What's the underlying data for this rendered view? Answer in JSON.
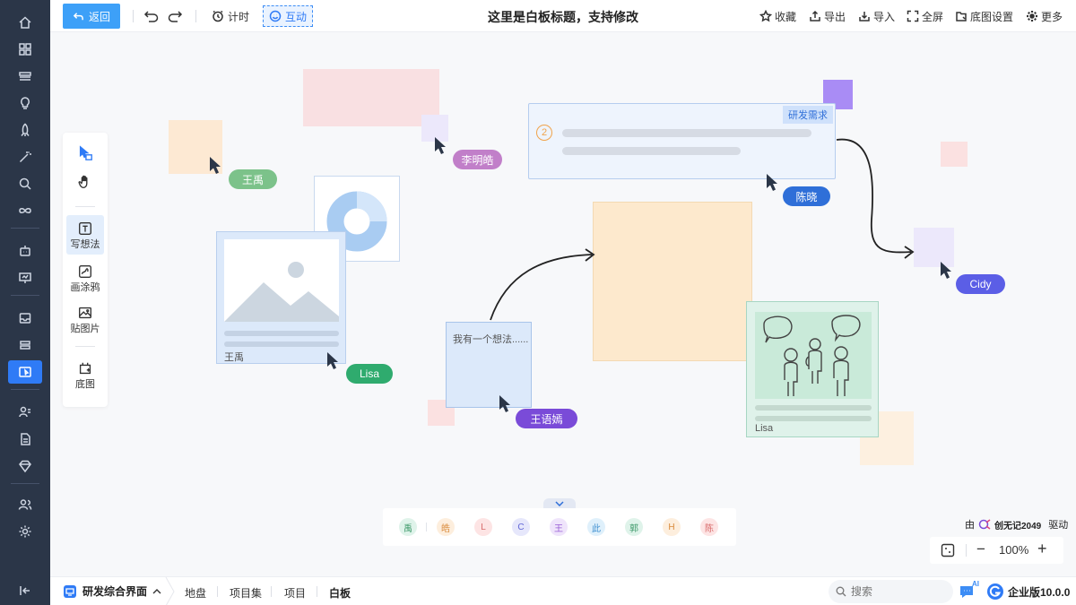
{
  "topbar": {
    "back_label": "返回",
    "timer_label": "计时",
    "interact_label": "互动",
    "title": "这里是白板标题，支持修改",
    "favorite_label": "收藏",
    "export_label": "导出",
    "import_label": "导入",
    "fullscreen_label": "全屏",
    "bg_settings_label": "底图设置",
    "more_label": "更多"
  },
  "tools": {
    "write_idea": "写想法",
    "doodle": "画涂鸦",
    "paste_image": "贴图片",
    "base_map": "底图"
  },
  "canvas": {
    "tag_requirement": "研发需求",
    "card_number": "2",
    "idea_text": "我有一个想法......",
    "image_card_caption": "王禹",
    "photo_card_caption": "Lisa",
    "cursors": [
      {
        "name": "王禹",
        "color": "#7cc28a"
      },
      {
        "name": "李明皓",
        "color": "#c17fc9"
      },
      {
        "name": "陈晓",
        "color": "#2f6fd8"
      },
      {
        "name": "Cidy",
        "color": "#5b5ee6"
      },
      {
        "name": "Lisa",
        "color": "#2fab6e"
      },
      {
        "name": "王语嫣",
        "color": "#7a4bd8"
      }
    ]
  },
  "avatars": [
    {
      "char": "禹",
      "bg": "#dff3ea",
      "fg": "#3f9a6b"
    },
    {
      "char": "皓",
      "bg": "#fdeedd",
      "fg": "#d98a3a"
    },
    {
      "char": "L",
      "bg": "#fde4e4",
      "fg": "#d86a6a"
    },
    {
      "char": "C",
      "bg": "#e6e7fb",
      "fg": "#6166d6"
    },
    {
      "char": "王",
      "bg": "#efe4fb",
      "fg": "#9a5fd6"
    },
    {
      "char": "此",
      "bg": "#dff0fb",
      "fg": "#3f8fd0"
    },
    {
      "char": "郭",
      "bg": "#dff3ea",
      "fg": "#3f9a6b"
    },
    {
      "char": "H",
      "bg": "#fdeedd",
      "fg": "#d98a3a"
    },
    {
      "char": "陈",
      "bg": "#fde4e4",
      "fg": "#d86a6a"
    }
  ],
  "powered": {
    "prefix": "由",
    "brand": "创无记2049",
    "suffix": "驱动"
  },
  "zoom": {
    "level": "100%",
    "minus": "−",
    "plus": "+"
  },
  "bottombar": {
    "workspace": "研发综合界面",
    "tabs": [
      "地盘",
      "项目集",
      "项目",
      "白板"
    ],
    "search_placeholder": "搜索",
    "ai_badge": "AI",
    "version": "企业版10.0.0"
  }
}
